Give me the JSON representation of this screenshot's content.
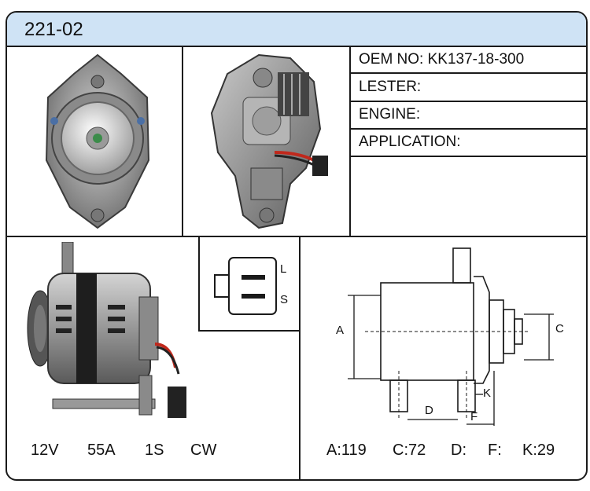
{
  "header": {
    "code": "221-02"
  },
  "info": {
    "oem": "OEM NO: KK137-18-300",
    "lester": "LESTER:",
    "engine": "ENGINE:",
    "application": "APPLICATION:"
  },
  "connector": {
    "pin_top": "L",
    "pin_bottom": "S"
  },
  "specs": {
    "voltage": "12V",
    "amperage": "55A",
    "groove": "1S",
    "rotation": "CW"
  },
  "drawing": {
    "label_a": "A",
    "label_c": "C",
    "label_d": "D",
    "label_f": "F",
    "label_k": "K"
  },
  "dimensions": {
    "a": "A:119",
    "c": "C:72",
    "d": "D:",
    "f": "F:",
    "k": "K:29"
  },
  "colors": {
    "header_bg": "#cfe3f5",
    "border": "#1a1a1a",
    "wire_red": "#c0281c"
  }
}
